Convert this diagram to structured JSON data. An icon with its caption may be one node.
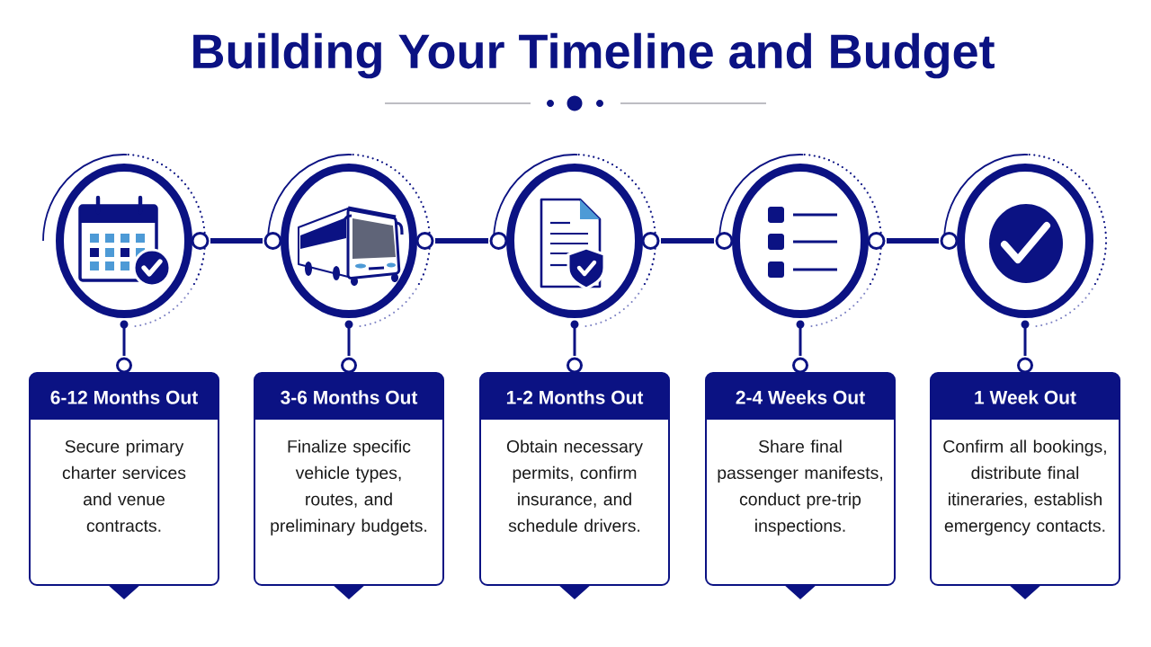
{
  "diagram": {
    "title": "Building Your Timeline and Budget",
    "nodes": [
      {
        "text": [],
        "shape": "circle"
      },
      {
        "text": [],
        "shape": "circle"
      },
      {
        "text": [],
        "shape": "circle"
      },
      {
        "text": [],
        "shape": "circle"
      },
      {
        "text": [],
        "shape": "circle"
      },
      {
        "text": [
          "6-12 Months Out",
          "Secure primary charter services and venue contracts."
        ]
      },
      {
        "text": [
          "3-6 Months Out",
          "Finalize specific vehicle types, routes, and preliminary budgets."
        ]
      },
      {
        "text": [
          "1-2 Months Out",
          "Obtain necessary permits, confirm insurance, and schedule drivers."
        ]
      },
      {
        "text": [
          "2-4 Weeks Out",
          "Share final passenger manifests, conduct pre-trip inspections."
        ]
      },
      {
        "text": [
          "1 Week Out",
          "Confirm all bookings, distribute final itineraries, establish emergency contacts."
        ]
      }
    ],
    "edges": [
      {
        "from": 0,
        "to": 1,
        "arrow": "other",
        "style": "thick"
      },
      {
        "from": 1,
        "to": 2,
        "arrow": "other",
        "style": "thick"
      },
      {
        "from": 2,
        "to": 3,
        "arrow": "other",
        "style": "thick"
      },
      {
        "from": 3,
        "to": 4,
        "arrow": "other",
        "style": "thick"
      },
      {
        "from": 0,
        "to": 5,
        "arrow": "other"
      },
      {
        "from": 1,
        "to": 6,
        "arrow": "other"
      },
      {
        "from": 2,
        "to": 7,
        "arrow": "other"
      },
      {
        "from": 3,
        "to": 8,
        "arrow": "other"
      },
      {
        "from": 4,
        "to": 9,
        "arrow": "other"
      }
    ]
  }
}
